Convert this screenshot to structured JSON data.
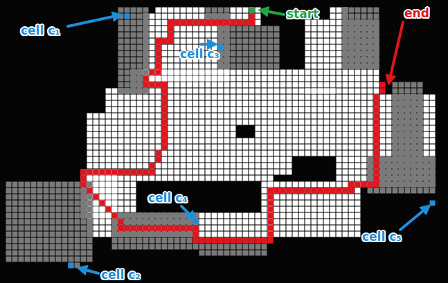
{
  "diagram": {
    "labels": [
      "cell c₁",
      "start",
      "end",
      "cell c₃",
      "cell c₄",
      "cell c₅",
      "cell c₂"
    ]
  }
}
